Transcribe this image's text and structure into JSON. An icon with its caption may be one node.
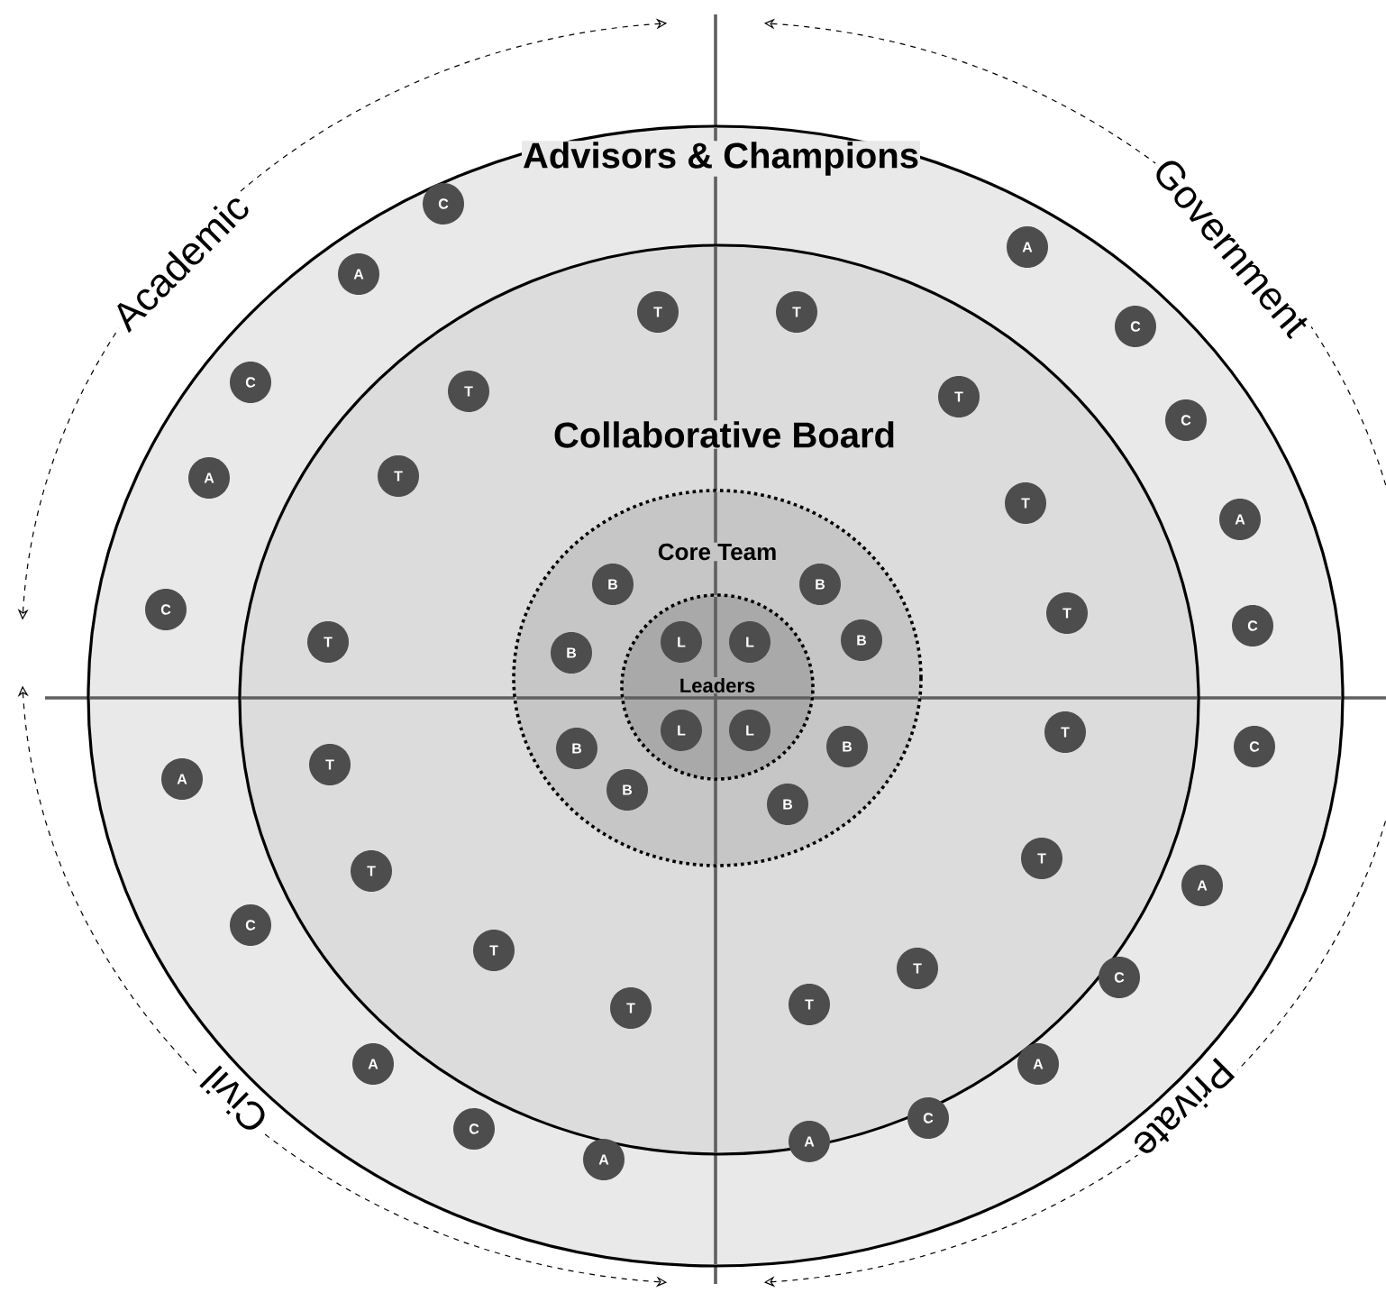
{
  "diagram": {
    "nodes": [
      {
        "text": [
          "Advisors & Champions"
        ]
      },
      {
        "text": [
          "Collaborative Board"
        ],
        "in": 0
      },
      {
        "text": [
          "Core Team"
        ],
        "in": 1
      },
      {
        "text": [
          "Leaders"
        ],
        "in": 2
      },
      {
        "text": [
          "C"
        ],
        "in": 0
      },
      {
        "text": [
          "A"
        ],
        "in": 0
      },
      {
        "text": [
          "C"
        ],
        "in": 0
      },
      {
        "text": [
          "A"
        ],
        "in": 0
      },
      {
        "text": [
          "C"
        ],
        "in": 0
      },
      {
        "text": [
          "A"
        ],
        "in": 0
      },
      {
        "text": [
          "C"
        ],
        "in": 0
      },
      {
        "text": [
          "A"
        ],
        "in": 0
      },
      {
        "text": [
          "C"
        ],
        "in": 0
      },
      {
        "text": [
          "A"
        ],
        "in": 0
      },
      {
        "text": [
          "A"
        ],
        "in": 0
      },
      {
        "text": [
          "C"
        ],
        "in": 0
      },
      {
        "text": [
          "A"
        ],
        "in": 0
      },
      {
        "text": [
          "C"
        ],
        "in": 0
      },
      {
        "text": [
          "A"
        ],
        "in": 0
      },
      {
        "text": [
          "C"
        ],
        "in": 0
      },
      {
        "text": [
          "C"
        ],
        "in": 0
      },
      {
        "text": [
          "A"
        ],
        "in": 0
      },
      {
        "text": [
          "C"
        ],
        "in": 0
      },
      {
        "text": [
          "C"
        ],
        "in": 0
      },
      {
        "text": [
          "A"
        ],
        "in": 0
      },
      {
        "text": [
          "T"
        ],
        "in": 1
      },
      {
        "text": [
          "T"
        ],
        "in": 1
      },
      {
        "text": [
          "T"
        ],
        "in": 1
      },
      {
        "text": [
          "T"
        ],
        "in": 1
      },
      {
        "text": [
          "T"
        ],
        "in": 1
      },
      {
        "text": [
          "T"
        ],
        "in": 1
      },
      {
        "text": [
          "T"
        ],
        "in": 1
      },
      {
        "text": [
          "T"
        ],
        "in": 1
      },
      {
        "text": [
          "T"
        ],
        "in": 1
      },
      {
        "text": [
          "T"
        ],
        "in": 1
      },
      {
        "text": [
          "T"
        ],
        "in": 1
      },
      {
        "text": [
          "T"
        ],
        "in": 1
      },
      {
        "text": [
          "T"
        ],
        "in": 1
      },
      {
        "text": [
          "T"
        ],
        "in": 1
      },
      {
        "text": [
          "T"
        ],
        "in": 1
      },
      {
        "text": [
          "T"
        ],
        "in": 1
      },
      {
        "text": [
          "B"
        ],
        "in": 2
      },
      {
        "text": [
          "B"
        ],
        "in": 2
      },
      {
        "text": [
          "B"
        ],
        "in": 2
      },
      {
        "text": [
          "B"
        ],
        "in": 2
      },
      {
        "text": [
          "B"
        ],
        "in": 2
      },
      {
        "text": [
          "B"
        ],
        "in": 2
      },
      {
        "text": [
          "B"
        ],
        "in": 2
      },
      {
        "text": [
          "B"
        ],
        "in": 2
      },
      {
        "text": [
          "L"
        ],
        "in": 3
      },
      {
        "text": [
          "L"
        ],
        "in": 3
      },
      {
        "text": [
          "L"
        ],
        "in": 3
      },
      {
        "text": [
          "L"
        ],
        "in": 3
      }
    ],
    "labels": [
      "Academic",
      "Government",
      "Civil",
      "Private"
    ]
  }
}
